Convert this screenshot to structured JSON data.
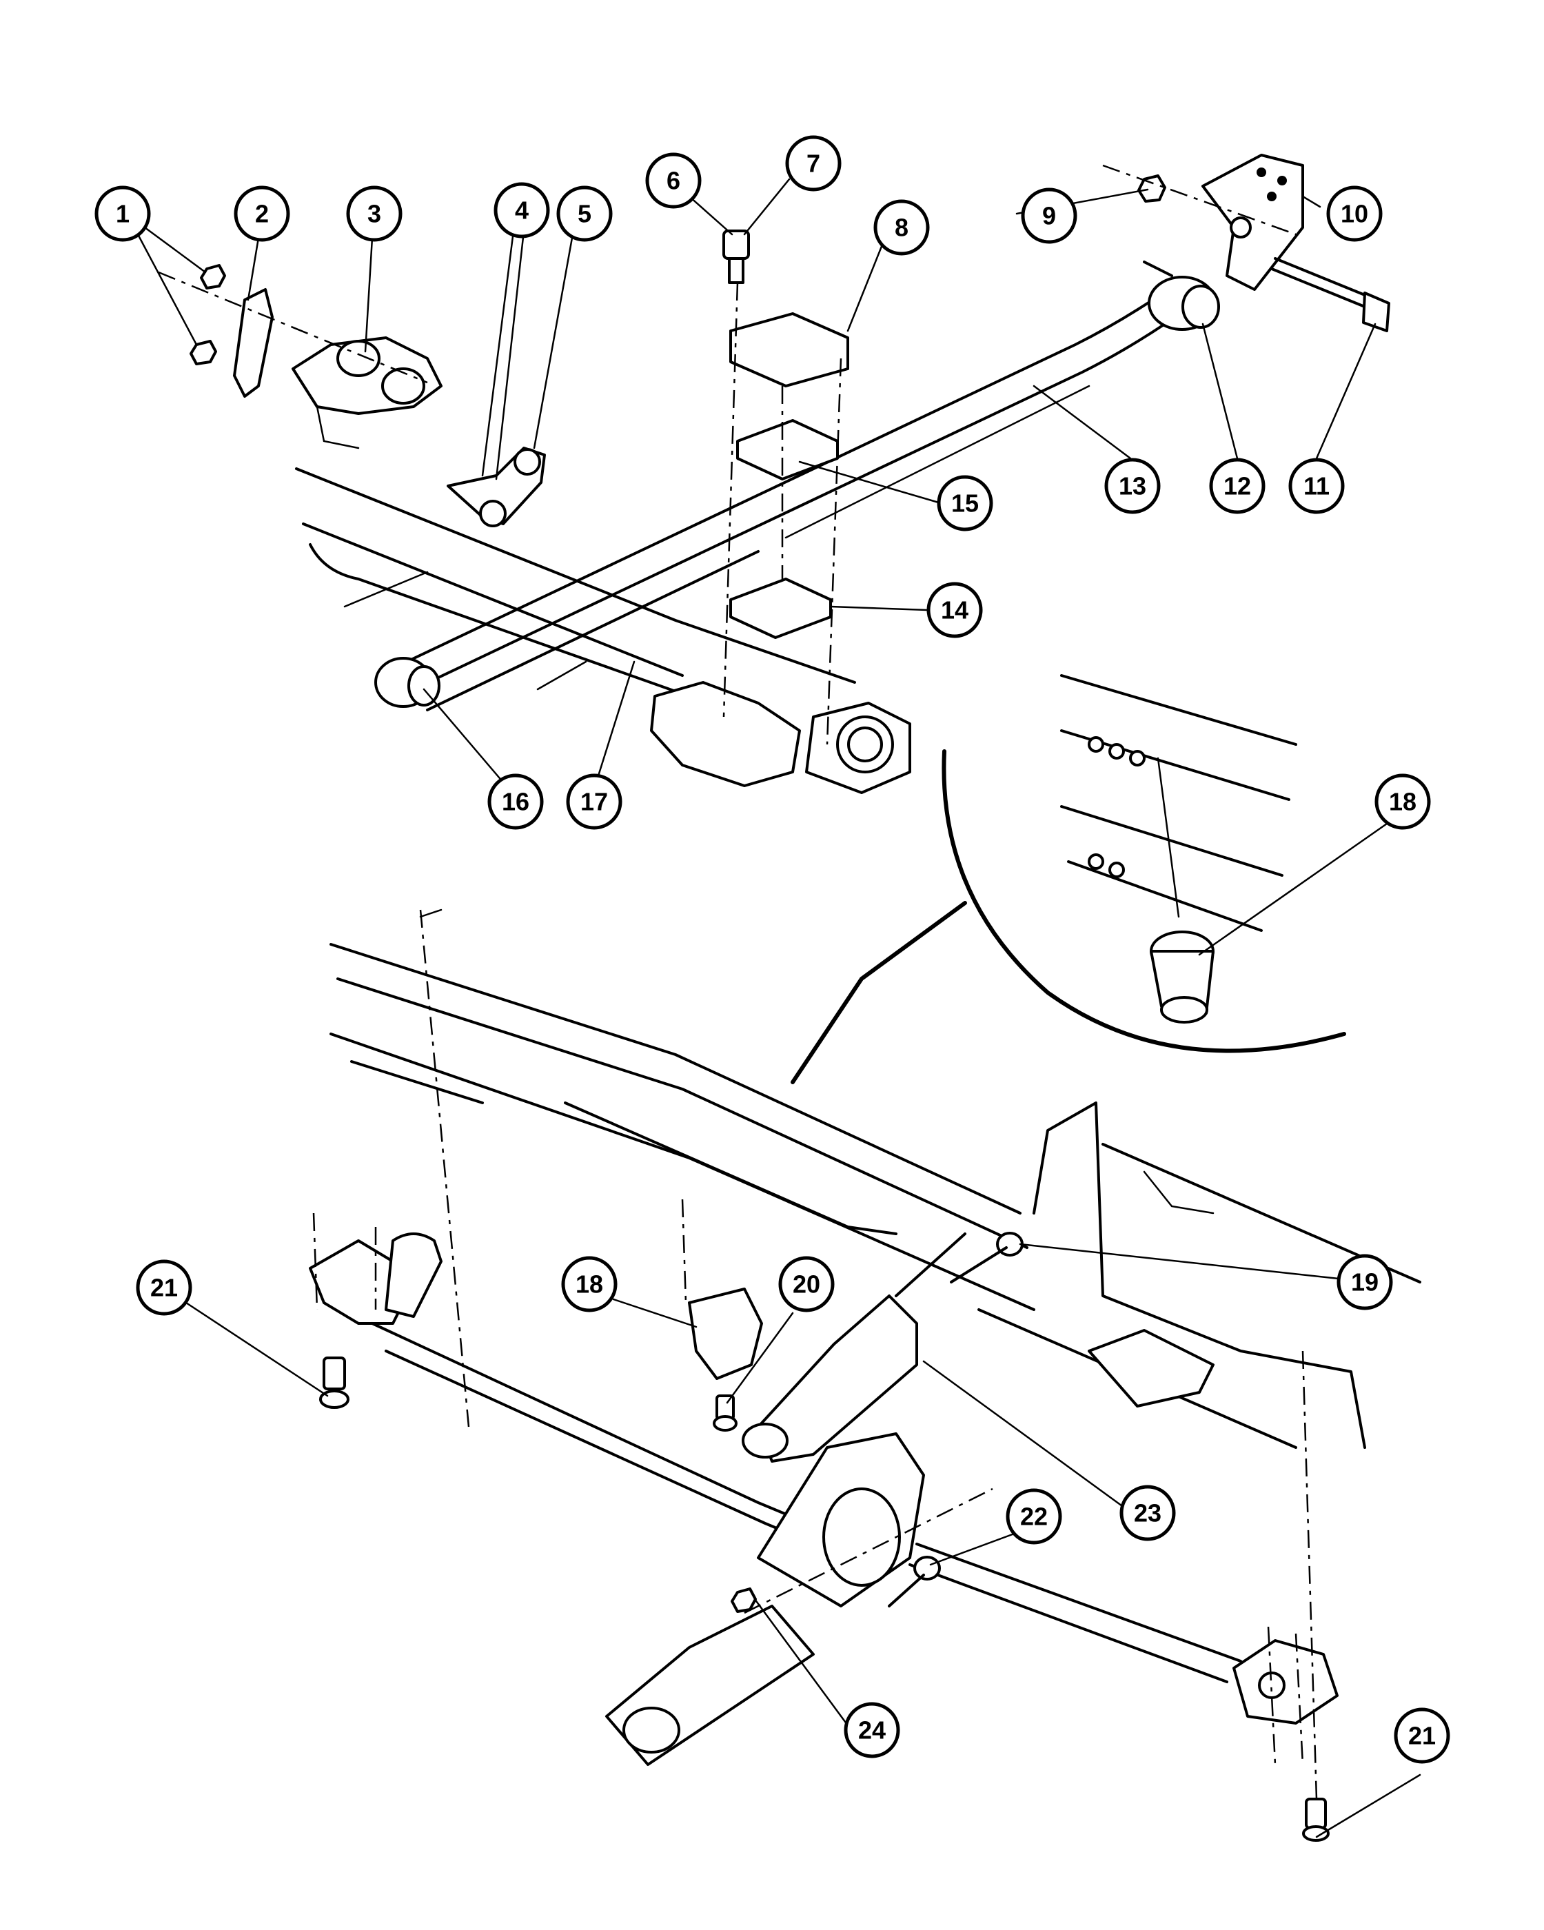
{
  "callouts": [
    {
      "id": "c1",
      "label": "1"
    },
    {
      "id": "c2",
      "label": "2"
    },
    {
      "id": "c3",
      "label": "3"
    },
    {
      "id": "c4",
      "label": "4"
    },
    {
      "id": "c5",
      "label": "5"
    },
    {
      "id": "c6",
      "label": "6"
    },
    {
      "id": "c7",
      "label": "7"
    },
    {
      "id": "c8",
      "label": "8"
    },
    {
      "id": "c9",
      "label": "9"
    },
    {
      "id": "c10",
      "label": "10"
    },
    {
      "id": "c11",
      "label": "11"
    },
    {
      "id": "c12",
      "label": "12"
    },
    {
      "id": "c13",
      "label": "13"
    },
    {
      "id": "c14",
      "label": "14"
    },
    {
      "id": "c15",
      "label": "15"
    },
    {
      "id": "c16",
      "label": "16"
    },
    {
      "id": "c17",
      "label": "17"
    },
    {
      "id": "c18a",
      "label": "18"
    },
    {
      "id": "c18b",
      "label": "18"
    },
    {
      "id": "c19",
      "label": "19"
    },
    {
      "id": "c20",
      "label": "20"
    },
    {
      "id": "c21a",
      "label": "21"
    },
    {
      "id": "c21b",
      "label": "21"
    },
    {
      "id": "c22",
      "label": "22"
    },
    {
      "id": "c23",
      "label": "23"
    },
    {
      "id": "c24",
      "label": "24"
    }
  ]
}
